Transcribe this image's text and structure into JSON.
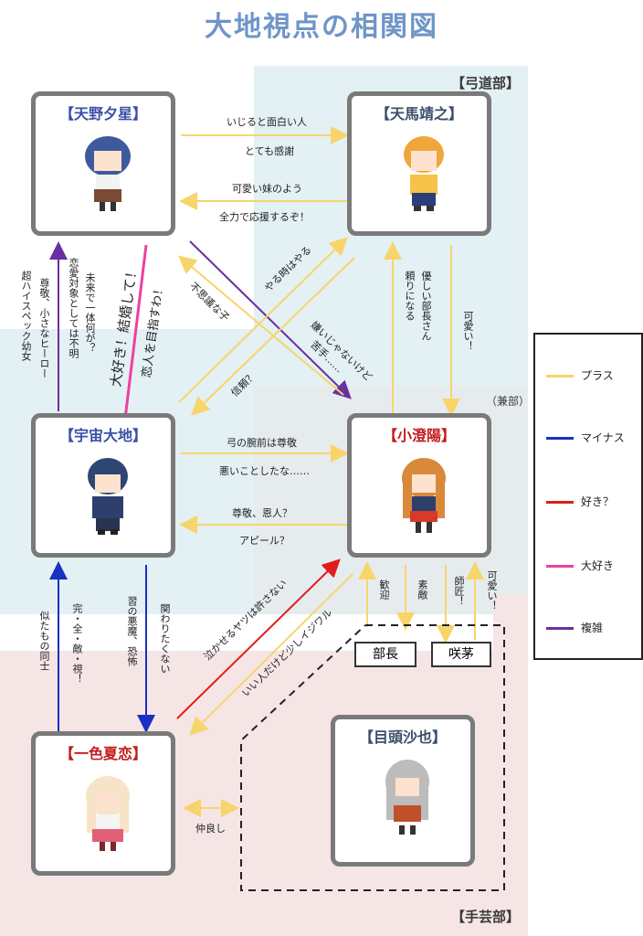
{
  "title": "大地視点の相関図",
  "clubs": {
    "kyudo": "【弓道部】",
    "kenbu": "（兼部）",
    "shugei": "【手芸部】"
  },
  "characters": {
    "amano": "【天野夕星】",
    "tenma": "【天馬靖之】",
    "uchu": "【宇宙大地】",
    "koasa": "【小澄陽】",
    "isshiki": "【一色夏恋】",
    "meto": "【目頭沙也】"
  },
  "sub_boxes": {
    "bucho": "部長",
    "sakuchi": "咲茅"
  },
  "relations": {
    "amano_to_tenma_1": "いじると面白い人",
    "amano_to_tenma_2": "とても感謝",
    "tenma_to_amano_1": "可愛い妹のよう",
    "tenma_to_amano_2": "全力で応援するぞ！",
    "amano_to_uchu_1": "超ハイスペック幼女",
    "amano_to_uchu_2": "尊敬、小さなヒーロー",
    "amano_to_uchu_3": "恋愛対象としては不明",
    "amano_to_uchu_4": "未来で一体何が？",
    "uchu_love_1": "大好き！結婚して！",
    "uchu_love_2": "恋人を目指すわ！",
    "fushigi": "不思議な子",
    "shinrai": "信頼？",
    "yarutoki": "やる時はやる",
    "kirai_1": "嫌いじゃないけど",
    "kirai_2": "苦手……",
    "tayori_1": "頼りになる",
    "tayori_2": "優しい部長さん",
    "kawaii": "可愛い！",
    "uchu_to_koasa_1": "弓の腕前は尊敬",
    "uchu_to_koasa_2": "悪いことしたな……",
    "koasa_to_uchu_1": "尊敬、恩人？",
    "koasa_to_uchu_2": "アピール？",
    "kangei": "歓迎",
    "suteki": "素敵",
    "shisho": "師匠！",
    "kawaii2": "可愛い！",
    "nitamono_1": "似たもの同士",
    "nitamono_2": "完・全・敵・視！",
    "akuma_1": "習の悪魔、恐怖",
    "akuma_2": "関わりたくない",
    "nakaseru": "泣かせるヤツは許さない",
    "iijin": "いい人だけど少しイジワル",
    "nakayoshi": "仲良し"
  },
  "legend": [
    {
      "label": "プラス",
      "color": "#f7d56a"
    },
    {
      "label": "マイナス",
      "color": "#1a2fc4"
    },
    {
      "label": "好き？",
      "color": "#e01c1c"
    },
    {
      "label": "大好き",
      "color": "#ee3fa0"
    },
    {
      "label": "複雑",
      "color": "#6a2fa0"
    }
  ]
}
